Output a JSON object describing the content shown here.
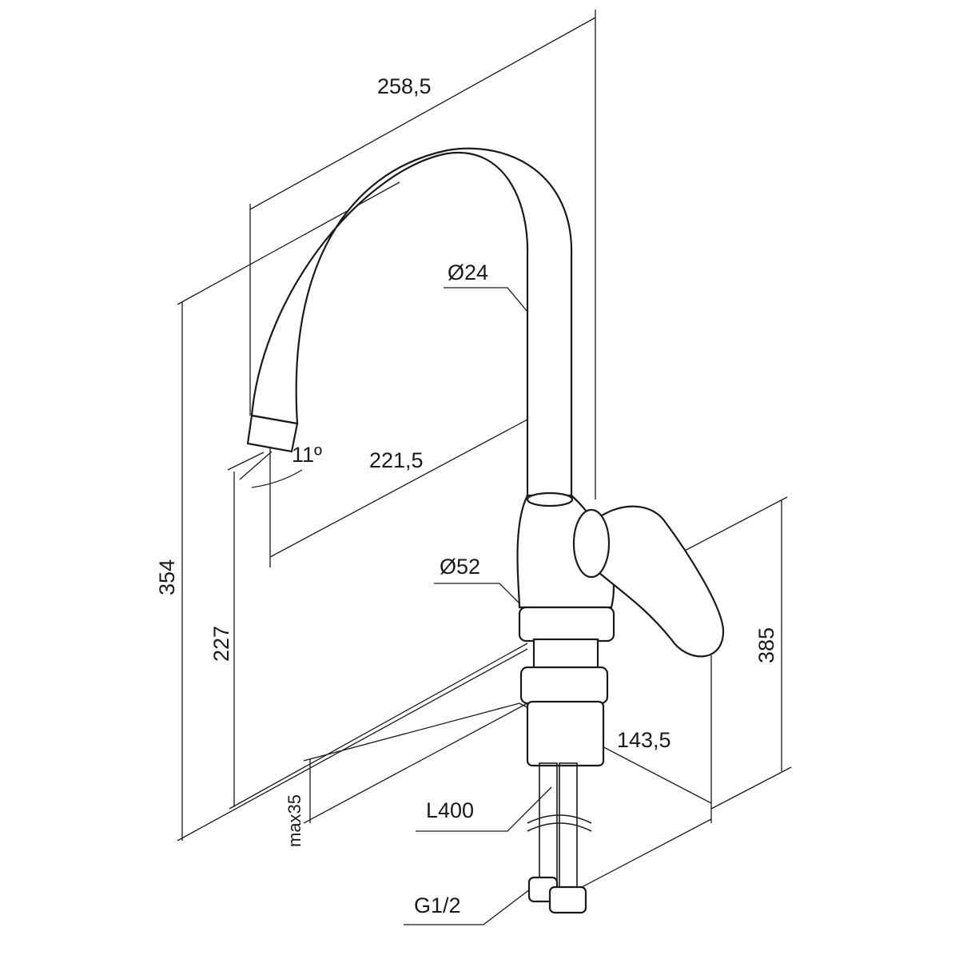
{
  "title": "Kitchen faucet dimension drawing",
  "dimensions": {
    "spout_length": "258,5",
    "spout_diameter": "Ø24",
    "spout_angle": "11º",
    "spout_reach": "221,5",
    "total_height": "354",
    "spout_height": "227",
    "body_diameter": "Ø52",
    "handle_height": "385",
    "handle_reach": "143,5",
    "max_countertop": "max35",
    "hose_length": "L400",
    "connection_thread": "G1/2"
  }
}
